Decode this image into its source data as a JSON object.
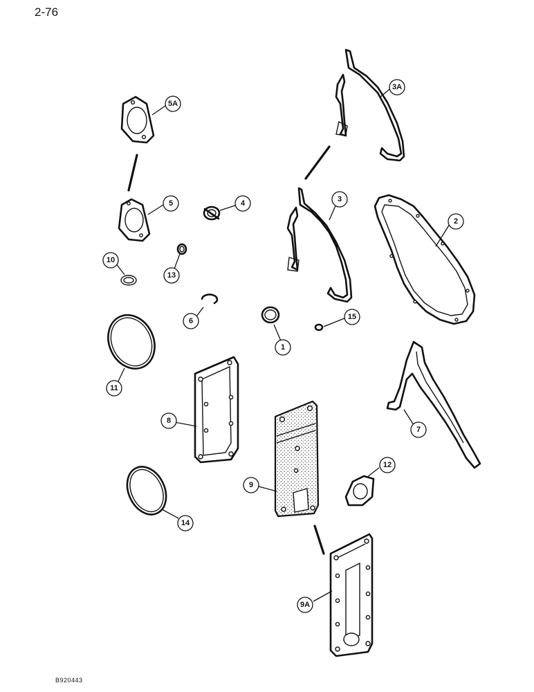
{
  "page": {
    "number": "2-76",
    "figure_code": "B920443"
  },
  "callouts": [
    {
      "id": "5a",
      "label": "5A"
    },
    {
      "id": "3a",
      "label": "3A"
    },
    {
      "id": "5",
      "label": "5"
    },
    {
      "id": "4",
      "label": "4"
    },
    {
      "id": "3",
      "label": "3"
    },
    {
      "id": "2",
      "label": "2"
    },
    {
      "id": "10",
      "label": "10"
    },
    {
      "id": "13",
      "label": "13"
    },
    {
      "id": "6",
      "label": "6"
    },
    {
      "id": "1",
      "label": "1"
    },
    {
      "id": "15",
      "label": "15"
    },
    {
      "id": "11",
      "label": "11"
    },
    {
      "id": "8",
      "label": "8"
    },
    {
      "id": "7",
      "label": "7"
    },
    {
      "id": "12",
      "label": "12"
    },
    {
      "id": "9",
      "label": "9"
    },
    {
      "id": "14",
      "label": "14"
    },
    {
      "id": "9a",
      "label": "9A"
    }
  ]
}
